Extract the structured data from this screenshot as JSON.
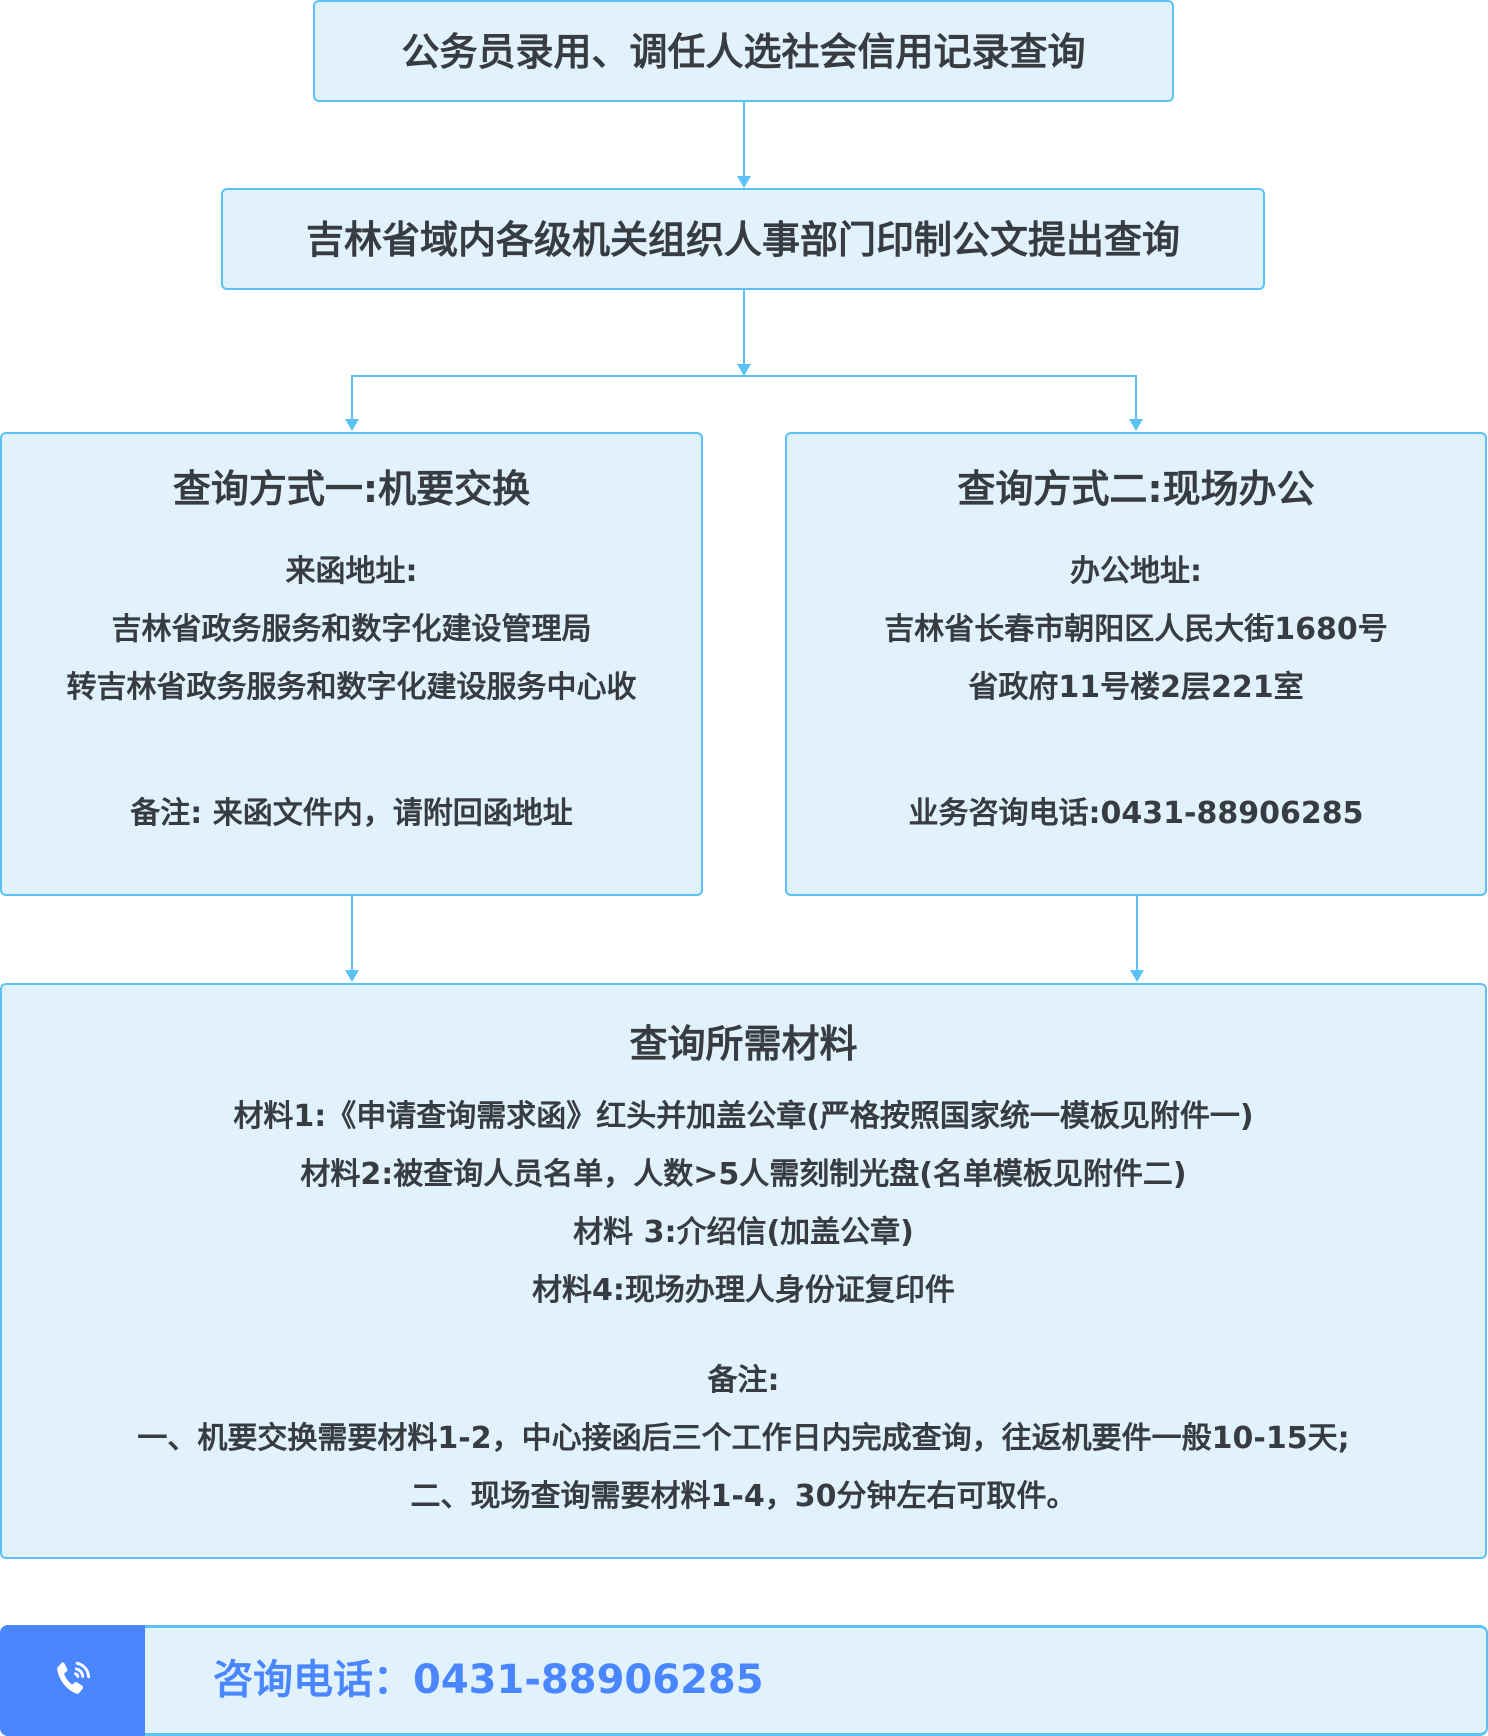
{
  "step1": "公务员录用、调任人选社会信用记录查询",
  "step2": "吉林省域内各级机关组织人事部门印制公文提出查询",
  "method1": {
    "title": "查询方式一:机要交换",
    "address_label": "来函地址:",
    "address_line1": "吉林省政务服务和数字化建设管理局",
    "address_line2": "转吉林省政务服务和数字化建设服务中心收",
    "note": "备注: 来函文件内，请附回函地址"
  },
  "method2": {
    "title": "查询方式二:现场办公",
    "address_label": "办公地址:",
    "address_line1": "吉林省长春市朝阳区人民大街1680号",
    "address_line2": "省政府11号楼2层221室",
    "phone": "业务咨询电话:0431-88906285"
  },
  "materials": {
    "title": "查询所需材料",
    "items": [
      "材料1:《申请查询需求函》红头并加盖公章(严格按照国家统一模板见附件一)",
      "材料2:被查询人员名单，人数>5人需刻制光盘(名单模板见附件二)",
      "材料 3:介绍信(加盖公章)",
      "材料4:现场办理人身份证复印件"
    ],
    "note_label": "备注:",
    "notes": [
      "一、机要交换需要材料1-2，中心接函后三个工作日内完成查询，往返机要件一般10-15天;",
      "二、现场查询需要材料1-4，30分钟左右可取件。"
    ]
  },
  "contact": {
    "icon": "phone-icon",
    "text": "咨询电话：0431-88906285"
  },
  "colors": {
    "border": "#5cc2f5",
    "fill": "#e1f2fd",
    "accent": "#4a86ff"
  }
}
